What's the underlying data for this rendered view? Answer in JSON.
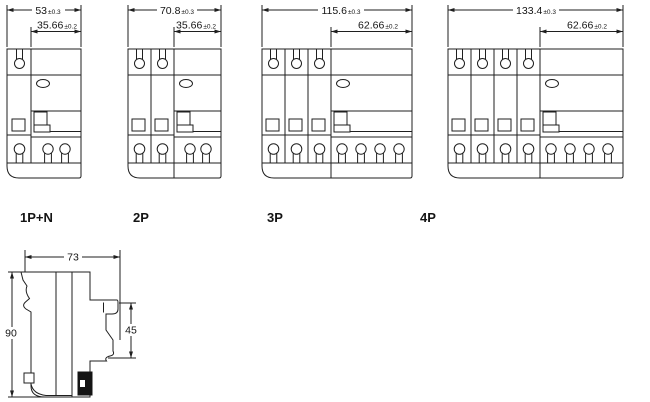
{
  "figure": {
    "title": "circuit-breaker-dimension-drawings",
    "colors": {
      "line": "#1f1f1f"
    },
    "front_views": [
      {
        "label": "1P+N",
        "total_width": {
          "value": "53",
          "tol": "±0.3"
        },
        "right_width": {
          "value": "35.66",
          "tol": "±0.2"
        }
      },
      {
        "label": "2P",
        "total_width": {
          "value": "70.8",
          "tol": "±0.3"
        },
        "right_width": {
          "value": "35.66",
          "tol": "±0.2"
        }
      },
      {
        "label": "3P",
        "total_width": {
          "value": "115.6",
          "tol": "±0.3"
        },
        "right_width": {
          "value": "62.66",
          "tol": "±0.2"
        }
      },
      {
        "label": "4P",
        "total_width": {
          "value": "133.4",
          "tol": "±0.3"
        },
        "right_width": {
          "value": "62.66",
          "tol": "±0.2"
        }
      }
    ],
    "side_view": {
      "depth": "73",
      "height": "90",
      "front_height": "45"
    }
  }
}
